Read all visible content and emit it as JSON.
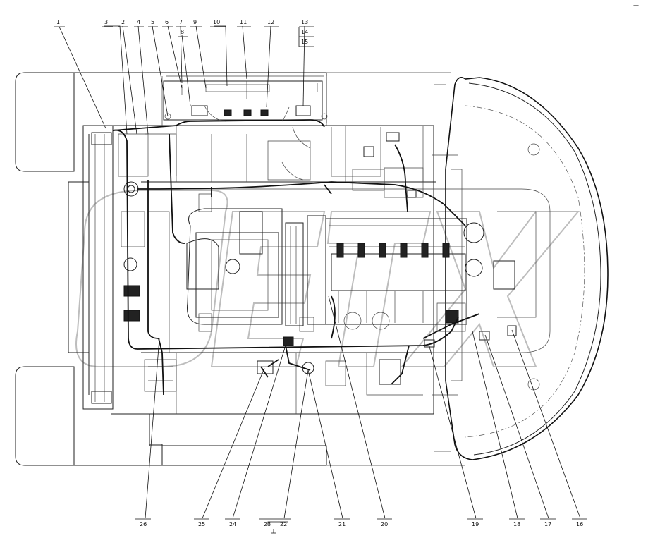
{
  "title": "",
  "top_callouts": [
    "1",
    "3",
    "2",
    "4",
    "5",
    "6",
    "7",
    "8",
    "9",
    "10",
    "11",
    "12",
    "13",
    "14",
    "15"
  ],
  "bottom_callouts": [
    "26",
    "25",
    "24",
    "23",
    "22",
    "21",
    "20",
    "19",
    "18",
    "17",
    "16"
  ],
  "corner_mark": "—",
  "colors": {
    "line": "#111111",
    "background": "#ffffff",
    "watermark": "#bdbdbd"
  }
}
